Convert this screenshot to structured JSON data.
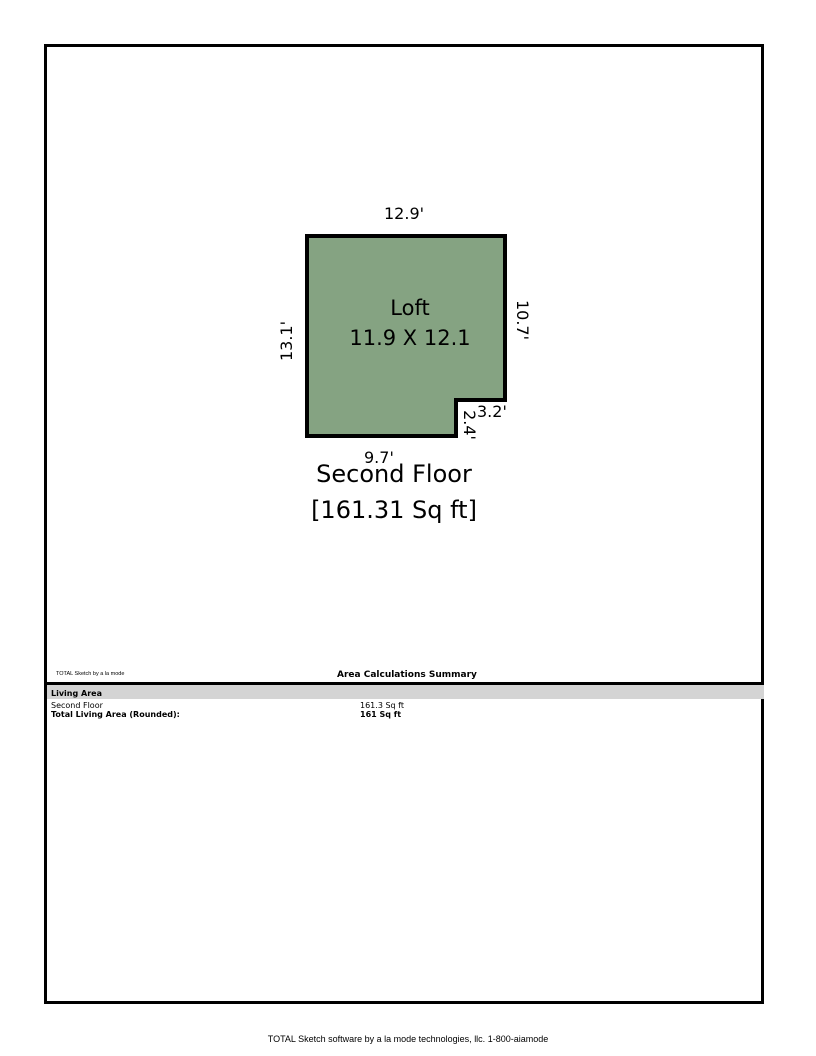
{
  "sketch": {
    "room": {
      "name": "Loft",
      "dims": "11.9 X 12.1",
      "fill": "#85a382",
      "stroke": "#000000"
    },
    "dimensions": {
      "top": "12.9'",
      "left": "13.1'",
      "right": "10.7'",
      "notch_width": "3.2'",
      "notch_height": "2.4'",
      "bottom": "9.7'"
    },
    "floor": {
      "name": "Second Floor",
      "area": "[161.31 Sq ft]"
    }
  },
  "summary": {
    "tool_credit": "TOTAL Sketch by a la mode",
    "title": "Area Calculations Summary",
    "section_label": "Living Area",
    "rows": [
      {
        "label": "Second Floor",
        "value": "161.3 Sq ft"
      }
    ],
    "total": {
      "label": "Total Living Area (Rounded):",
      "value": "161 Sq ft"
    },
    "band_color": "#d4d4d4"
  },
  "footer": "TOTAL Sketch software by a la mode technologies, llc. 1-800-aiamode"
}
